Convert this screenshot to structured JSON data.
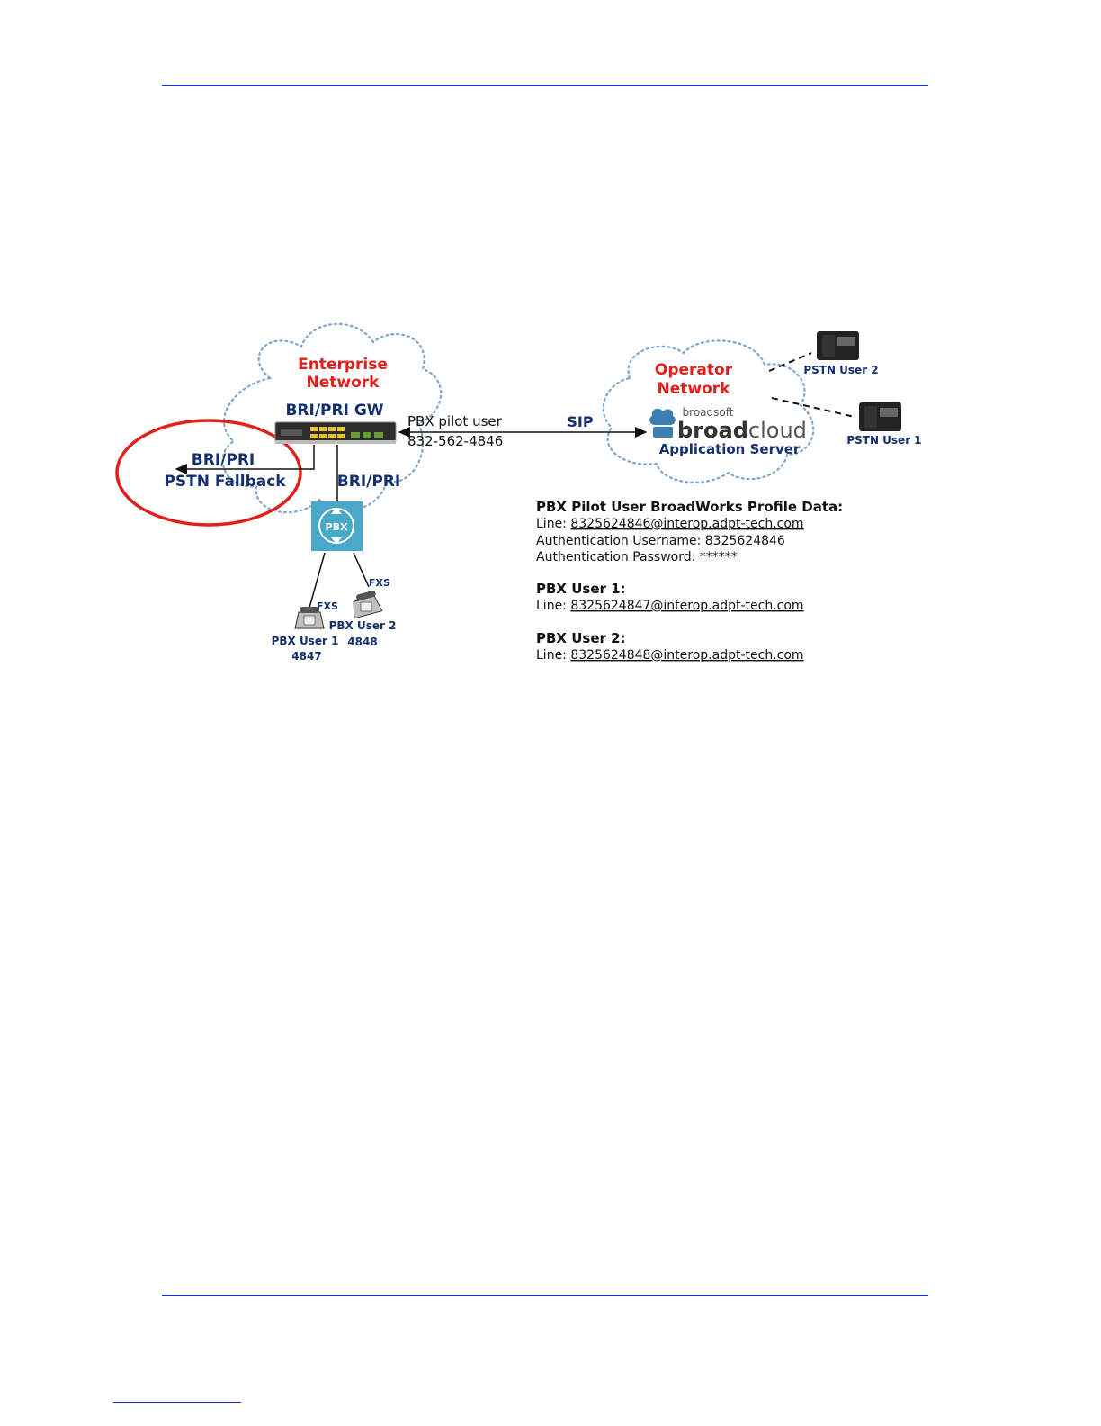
{
  "enterprise": {
    "line1": "Enterprise",
    "line2": "Network"
  },
  "gateway_label": "BRI/PRI GW",
  "pilot": {
    "line1": "PBX pilot user",
    "line2": "832-562-4846"
  },
  "sip_label": "SIP",
  "fallback": {
    "line1_a": "BRI/",
    "line1_b": "PRI",
    "line2": "PSTN Fallback"
  },
  "pbx_link_label": "BRI/PRI",
  "pbx_icon_label": "PBX",
  "fxs1": "FXS",
  "fxs2": "FXS",
  "pbx_user1": {
    "name": "PBX User 1",
    "ext": "4847"
  },
  "pbx_user2": {
    "name": "PBX User 2",
    "ext": "4848"
  },
  "operator": {
    "line1": "Operator",
    "line2": "Network"
  },
  "broadsoft": {
    "small": "broadsoft",
    "word_bold": "broad",
    "word_light": "cloud",
    "caption": "Application Server"
  },
  "pstn_user2": "PSTN User 2",
  "pstn_user1": "PSTN User 1",
  "profile": {
    "title": "PBX Pilot User BroadWorks Profile Data:",
    "line_label": "Line: ",
    "line_value": "8325624846@interop.adpt-tech.com",
    "auth_user": "Authentication Username: 8325624846",
    "auth_pass": "Authentication Password: ******",
    "user1_title": "PBX User 1:",
    "user1_value": "8325624847@interop.adpt-tech.com",
    "user2_title": "PBX User 2:",
    "user2_value": "8325624848@interop.adpt-tech.com"
  },
  "colors": {
    "rule": "#1d2fbf",
    "red_label": "#e0201a",
    "navy_label": "#15306e",
    "circle": "#e0201a",
    "pbx_tile": "#4aa8c8"
  }
}
